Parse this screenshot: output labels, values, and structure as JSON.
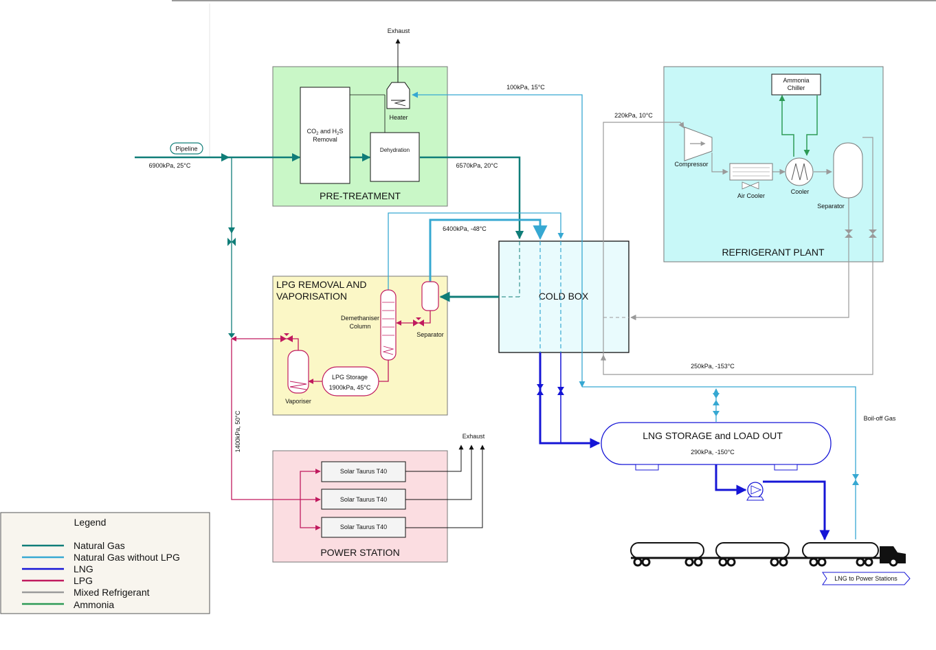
{
  "colors": {
    "natural_gas": "#0f7d78",
    "natural_gas_no_lpg": "#36a8d2",
    "lng": "#1515d6",
    "lpg": "#c0195e",
    "mixed_refrigerant": "#9a9a9a",
    "ammonia": "#2c9a55",
    "pretreatment_fill": "#c9f7c7",
    "refrigerant_fill": "#c8f8f8",
    "lpg_fill": "#fbf7c6",
    "power_fill": "#fbdde1",
    "coldbox_fill": "#e9fbfd"
  },
  "zones": {
    "pretreatment": "PRE-TREATMENT",
    "refrigerant": "REFRIGERANT PLANT",
    "lpg_line1": "LPG REMOVAL AND",
    "lpg_line2": "VAPORISATION",
    "power": "POWER STATION",
    "coldbox": "COLD BOX",
    "lng_storage": "LNG STORAGE and LOAD OUT"
  },
  "equipment": {
    "pipeline": "Pipeline",
    "co2_l1": "CO",
    "co2_sub2": "2",
    "co2_and": " and H",
    "co2_sub2b": "2",
    "co2_S": "S",
    "co2_l2": "Removal",
    "dehydration": "Dehydration",
    "heater": "Heater",
    "exhaust_top": "Exhaust",
    "ammonia_l1": "Ammonia",
    "ammonia_l2": "Chiller",
    "compressor": "Compressor",
    "air_cooler": "Air Cooler",
    "cooler": "Cooler",
    "separator_ref": "Separator",
    "demeth_l1": "Demethaniser",
    "demeth_l2": "Column",
    "separator_lpg": "Separator",
    "lpg_storage_l1": "LPG Storage",
    "lpg_storage_l2": "1900kPa, 45°C",
    "vaporiser": "Vaporiser",
    "turbine1": "Solar Taurus T40",
    "turbine2": "Solar Taurus T40",
    "turbine3": "Solar Taurus T40",
    "exhaust_power": "Exhaust",
    "lng_storage_cond": "290kPa, -150°C",
    "lng_to_power": "LNG to Power Stations",
    "boil_off": "Boil-off Gas"
  },
  "streams": {
    "s1": "6900kPa, 25°C",
    "s2": "6570kPa, 20°C",
    "s3": "6400kPa, -48°C",
    "s4": "100kPa, 15°C",
    "s5": "220kPa, 10°C",
    "s6": "250kPa, -153°C",
    "s7": "1400kPa, 50°C"
  },
  "legend": {
    "title": "Legend",
    "items": [
      {
        "label": "Natural Gas",
        "color": "#0f7d78"
      },
      {
        "label": "Natural Gas without LPG",
        "color": "#36a8d2"
      },
      {
        "label": "LNG",
        "color": "#1515d6"
      },
      {
        "label": "LPG",
        "color": "#c0195e"
      },
      {
        "label": "Mixed Refrigerant",
        "color": "#9a9a9a"
      },
      {
        "label": "Ammonia",
        "color": "#2c9a55"
      }
    ]
  }
}
